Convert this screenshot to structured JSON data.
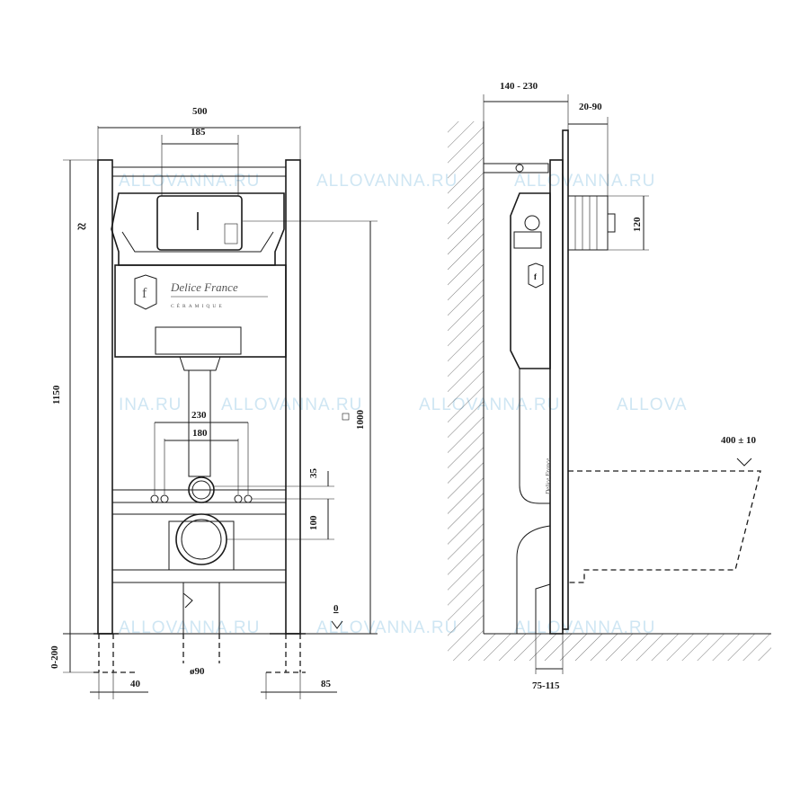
{
  "watermark": "ALLOVANNA.RU",
  "watermark_partial_left": "INA.RU",
  "watermark_partial_right": "ALLOVA",
  "brand": {
    "name": "Delice France",
    "sub": "CÉRAMIQUE",
    "logo_letter": "f"
  },
  "front_view": {
    "dim_width": "500",
    "dim_185": "185",
    "dim_height_total": "1150",
    "dim_height_inlet": "1000",
    "dim_230": "230",
    "dim_180": "180",
    "dim_35": "35",
    "dim_100": "100",
    "dim_zero": "0",
    "dim_leg": "0-200",
    "dim_40": "40",
    "dim_diam": "ø90",
    "dim_85": "85",
    "water_symbol": "≈"
  },
  "side_view": {
    "dim_depth": "140 - 230",
    "dim_panel": "20-90",
    "dim_120": "120",
    "dim_bowl_height": "400 ± 10",
    "dim_75_115": "75-115"
  }
}
